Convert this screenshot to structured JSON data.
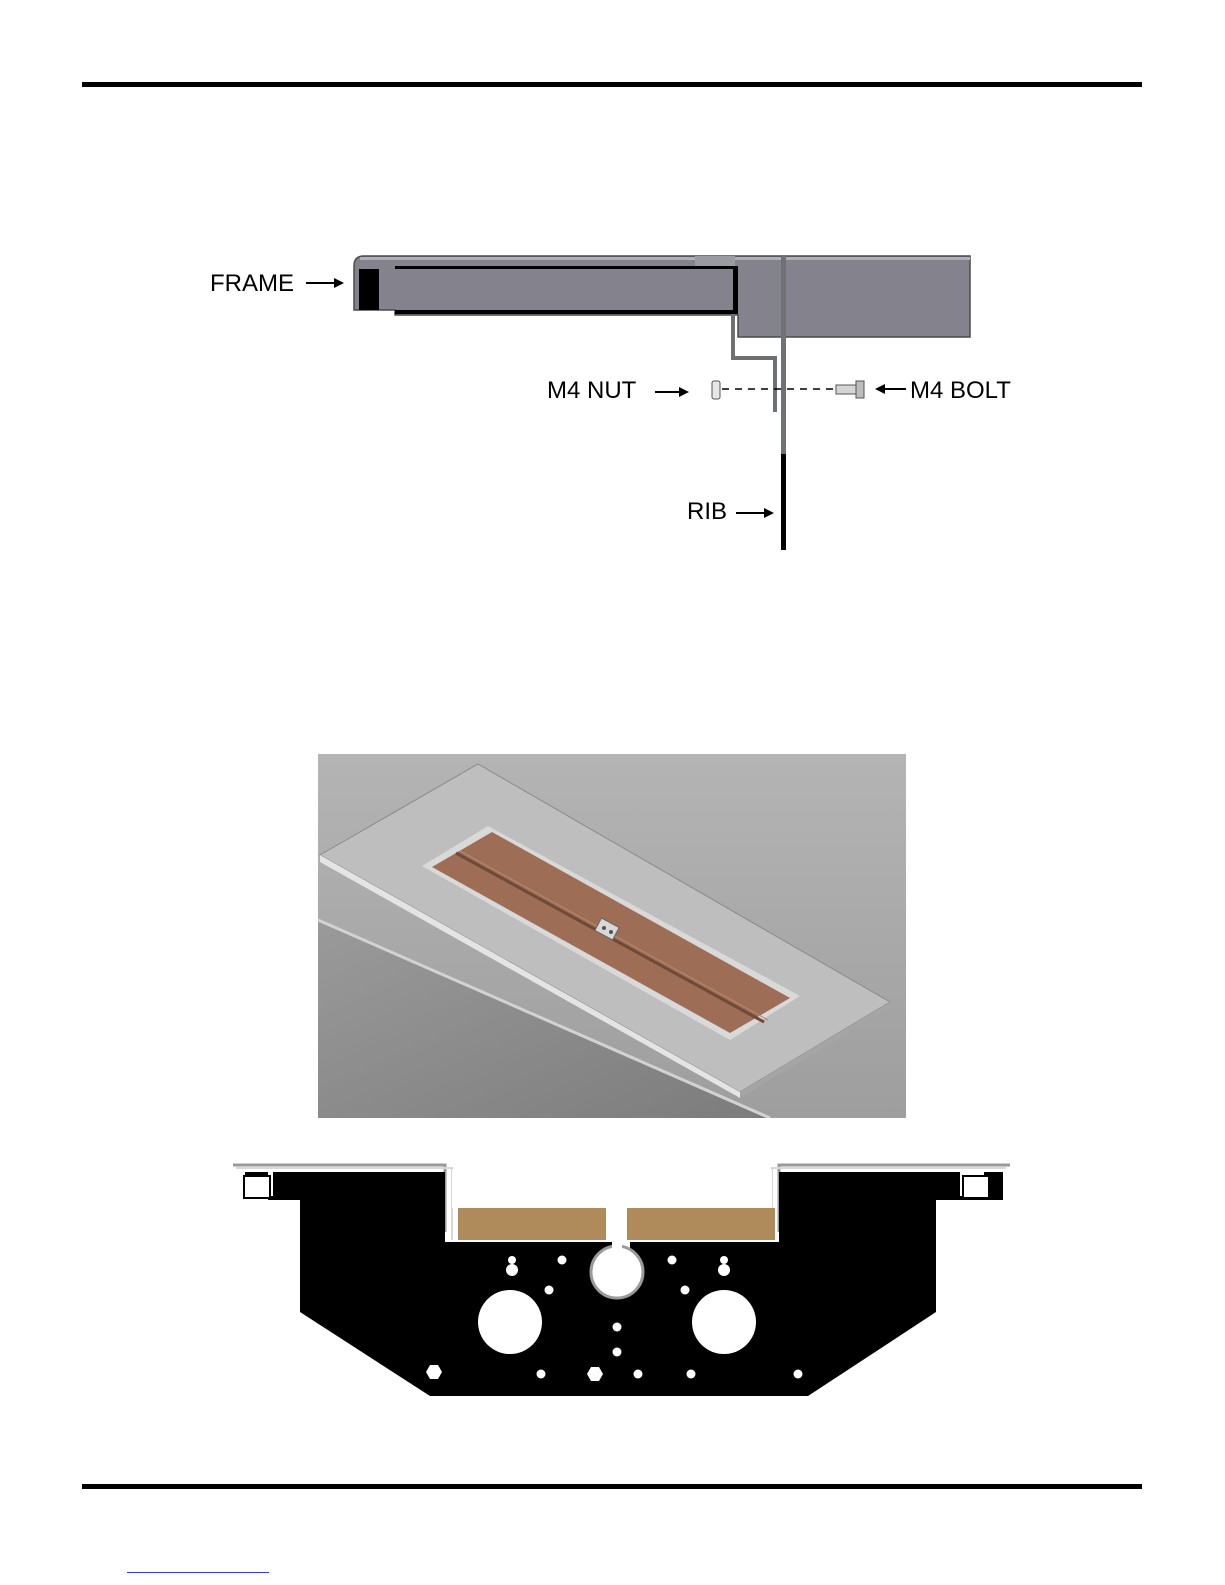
{
  "labels": {
    "frame": "FRAME",
    "m4_nut": "M4 NUT",
    "m4_bolt": "M4 BOLT",
    "rib": "RIB"
  },
  "colors": {
    "frame_gray": "#84838d",
    "wood": "#9e6d55",
    "wood_slot": "#af8a5a",
    "panel": "#b9b9b9"
  }
}
